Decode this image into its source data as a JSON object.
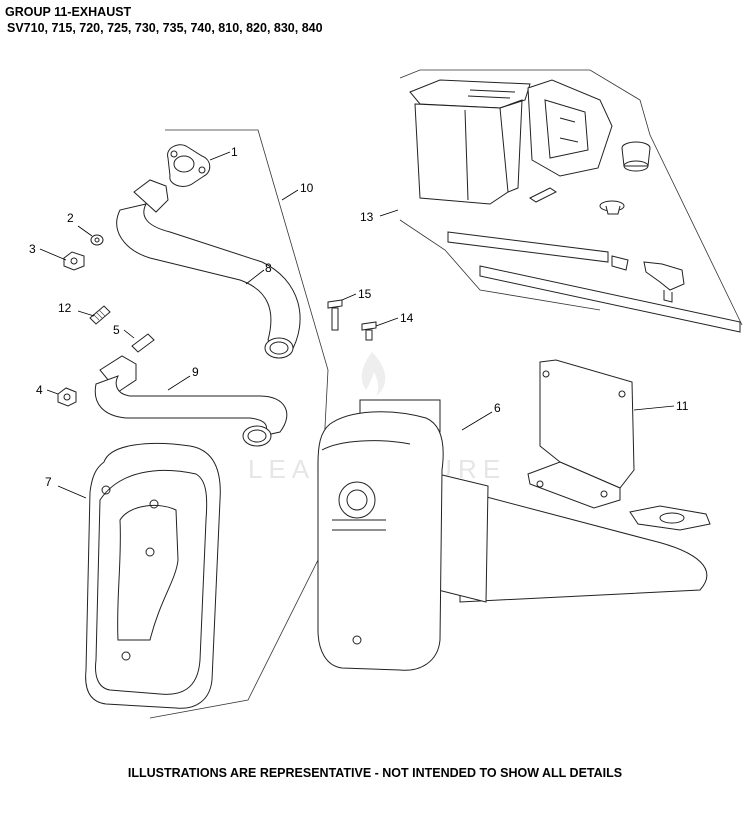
{
  "header": {
    "title": "GROUP 11-EXHAUST",
    "models": "SV710, 715, 720, 725, 730, 735, 740, 810, 820, 830, 840"
  },
  "watermark": "LEADVENTURE",
  "callouts": [
    "1",
    "2",
    "3",
    "4",
    "5",
    "6",
    "7",
    "8",
    "9",
    "10",
    "11",
    "12",
    "13",
    "14",
    "15"
  ],
  "footer": "ILLUSTRATIONS ARE REPRESENTATIVE - NOT INTENDED TO SHOW ALL DETAILS"
}
